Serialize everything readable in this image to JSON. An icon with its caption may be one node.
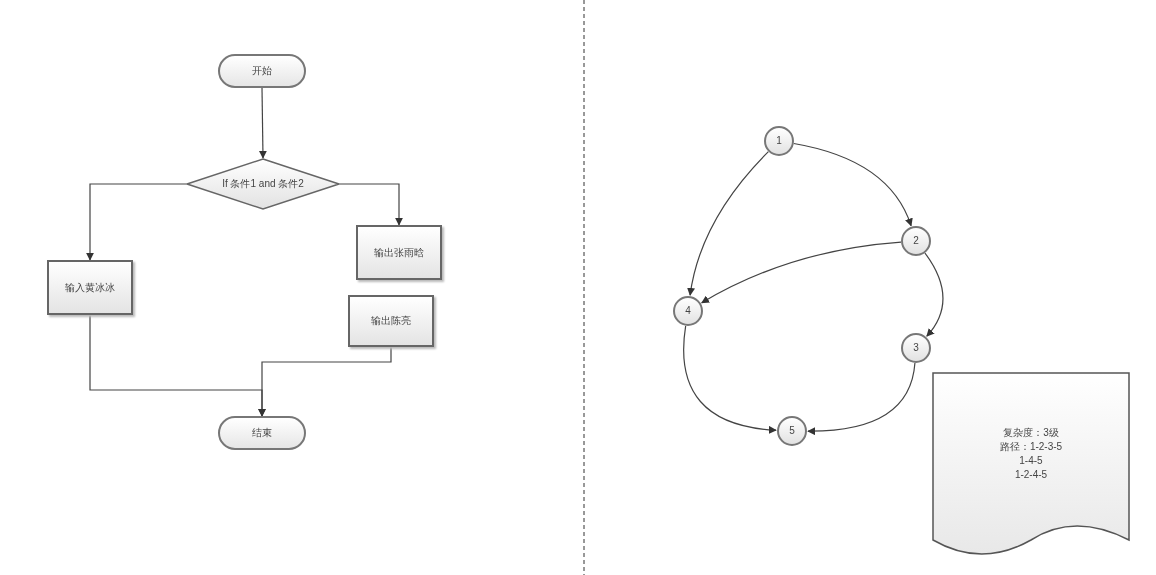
{
  "diagram": {
    "nodes": [
      {
        "text": [
          "开始"
        ]
      },
      {
        "text": [
          "If 条件1 and 条件2"
        ]
      },
      {
        "text": [
          "输出张雨晗"
        ]
      },
      {
        "text": [
          "输入黄冰冰"
        ]
      },
      {
        "text": [
          "输出陈亮"
        ]
      },
      {
        "text": [
          "结束"
        ]
      },
      {
        "text": [
          "1"
        ]
      },
      {
        "text": [
          "2"
        ]
      },
      {
        "text": [
          "3"
        ]
      },
      {
        "text": [
          "4"
        ]
      },
      {
        "text": [
          "5"
        ]
      },
      {
        "text": [
          "复杂度：3级",
          "路径：1-2-3-5",
          "1-4-5",
          "1-2-4-5"
        ]
      }
    ],
    "edges": [
      {
        "from": 0,
        "to": 1,
        "arrow": "to"
      },
      {
        "from": 1,
        "to": 3,
        "arrow": "to"
      },
      {
        "from": 1,
        "to": 2,
        "arrow": "to"
      },
      {
        "from": 3,
        "to": 5,
        "arrow": "to"
      },
      {
        "from": 4,
        "to": 5,
        "arrow": "to"
      },
      {
        "from": 6,
        "to": 7,
        "arrow": "to"
      },
      {
        "from": 6,
        "to": 9,
        "arrow": "to"
      },
      {
        "from": 7,
        "to": 9,
        "arrow": "to"
      },
      {
        "from": 7,
        "to": 8,
        "arrow": "to"
      },
      {
        "from": 9,
        "to": 10,
        "arrow": "to"
      },
      {
        "from": 8,
        "to": 10,
        "arrow": "to"
      }
    ]
  }
}
